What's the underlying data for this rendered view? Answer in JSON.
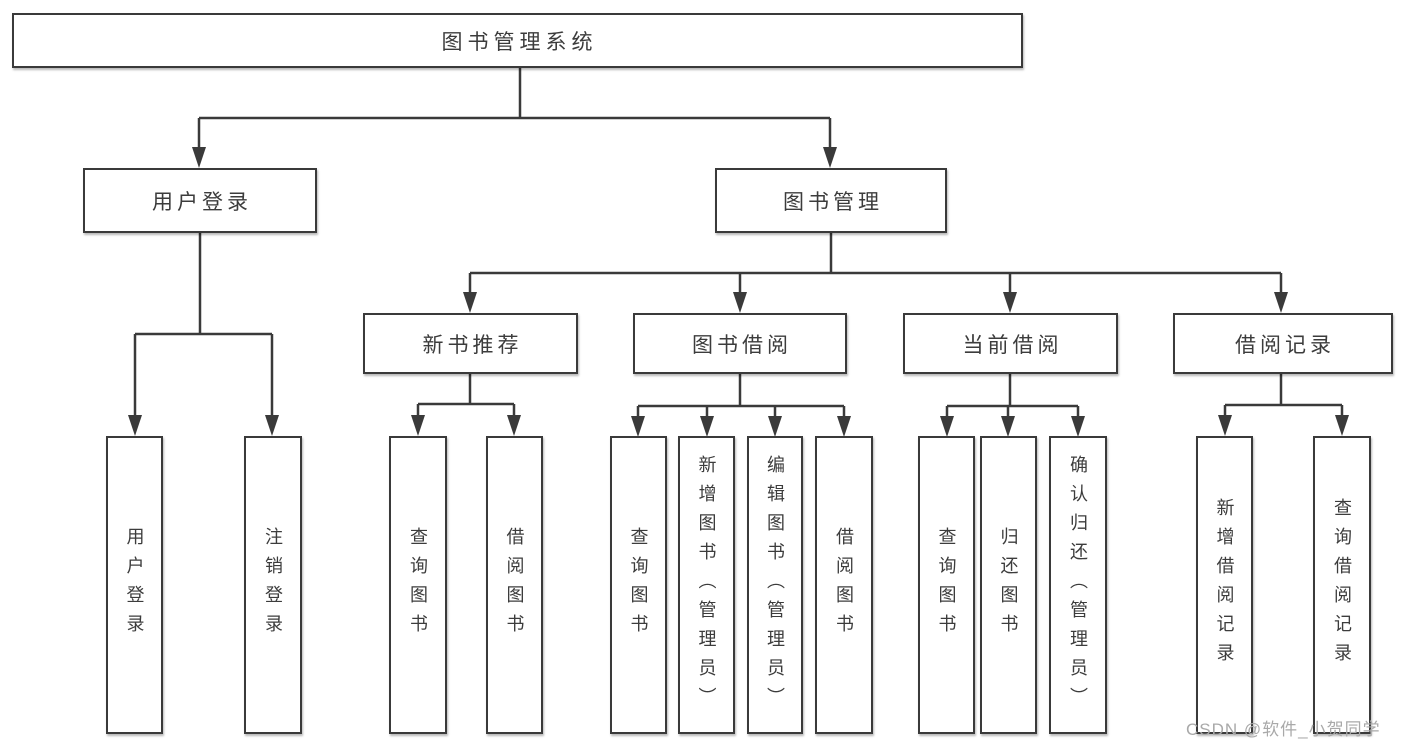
{
  "diagram_title": "图书管理系统",
  "nodes": {
    "root": "图书管理系统",
    "user_login": "用户登录",
    "book_mgmt": "图书管理",
    "new_book_rec": "新书推荐",
    "book_borrow": "图书借阅",
    "current_borrow": "当前借阅",
    "borrow_records": "借阅记录"
  },
  "leaves": [
    {
      "parent": "user_login",
      "label": "用户登录"
    },
    {
      "parent": "user_login",
      "label": "注销登录"
    },
    {
      "parent": "new_book_rec",
      "label": "查询图书"
    },
    {
      "parent": "new_book_rec",
      "label": "借阅图书"
    },
    {
      "parent": "book_borrow",
      "label": "查询图书"
    },
    {
      "parent": "book_borrow",
      "label": "新增图书（管理员）"
    },
    {
      "parent": "book_borrow",
      "label": "编辑图书（管理员）"
    },
    {
      "parent": "book_borrow",
      "label": "借阅图书"
    },
    {
      "parent": "current_borrow",
      "label": "查询图书"
    },
    {
      "parent": "current_borrow",
      "label": "归还图书"
    },
    {
      "parent": "current_borrow",
      "label": "确认归还（管理员）"
    },
    {
      "parent": "borrow_records",
      "label": "新增借阅记录"
    },
    {
      "parent": "borrow_records",
      "label": "查询借阅记录"
    }
  ],
  "watermark": "CSDN @软件_小贺同学",
  "colors": {
    "line": "#3a3a3a",
    "text": "#3c3c3c",
    "watermark": "#a9a9a9",
    "background": "#ffffff"
  }
}
